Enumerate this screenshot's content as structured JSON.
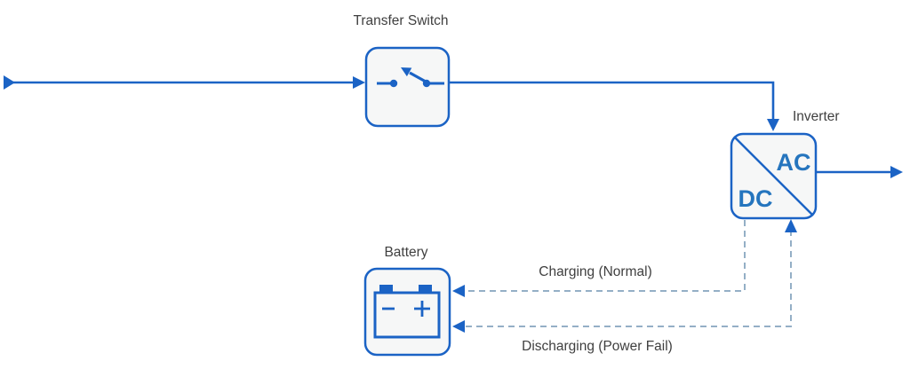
{
  "diagram": {
    "nodes": {
      "transfer_switch": {
        "label": "Transfer Switch",
        "icon": "switch-icon"
      },
      "inverter": {
        "label": "Inverter",
        "ac_text": "AC",
        "dc_text": "DC"
      },
      "battery": {
        "label": "Battery",
        "icon": "battery-icon"
      }
    },
    "edges": {
      "utility_input": {
        "style": "solid",
        "from": "source",
        "to": "transfer_switch"
      },
      "switch_to_inverter": {
        "style": "solid",
        "from": "transfer_switch",
        "to": "inverter"
      },
      "ac_output": {
        "style": "solid",
        "from": "inverter",
        "to": "load"
      },
      "charging": {
        "label": "Charging (Normal)",
        "style": "dashed",
        "from": "inverter",
        "to": "battery"
      },
      "discharging": {
        "label": "Discharging (Power Fail)",
        "style": "dashed",
        "from": "battery",
        "to": "inverter"
      }
    },
    "colors": {
      "primary_blue": "#1B63C5",
      "ac_dc_text_blue": "#2575BE",
      "dashed_line_blue_gray": "#94AFC6",
      "node_fill": "#F6F7F7",
      "label_text": "#3F3F3F",
      "background": "#FFFFFF"
    }
  }
}
